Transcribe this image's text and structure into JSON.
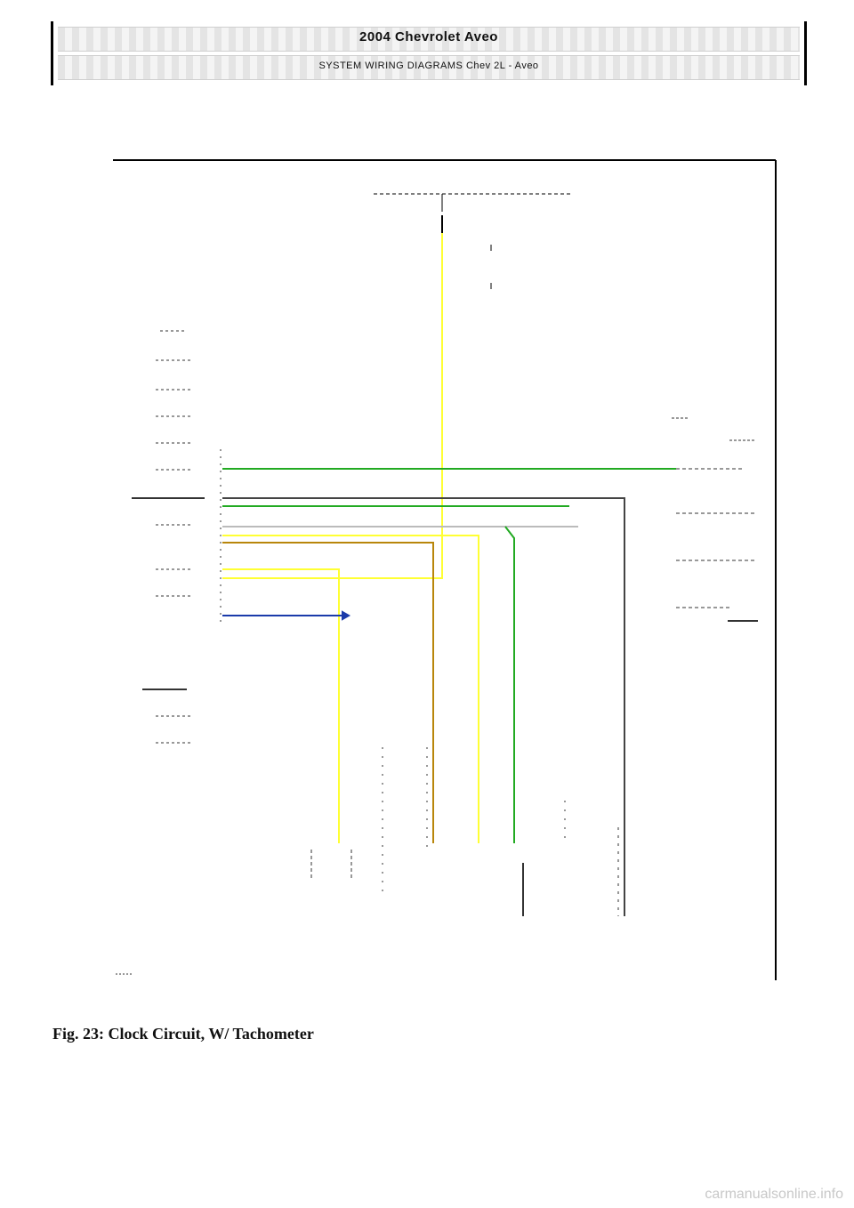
{
  "header": {
    "title": "2004 Chevrolet Aveo",
    "subtitle": "SYSTEM WIRING DIAGRAMS Chev 2L - Aveo"
  },
  "caption": "Fig. 23: Clock Circuit, W/ Tachometer",
  "footer": "carmanualsonline.info",
  "wire_colors": {
    "yellow": "#ffff33",
    "green": "#22aa22",
    "dark_gray": "#444444",
    "brown": "#b8860b",
    "blue": "#1a3aaa",
    "light_gray": "#bbbbbb"
  }
}
